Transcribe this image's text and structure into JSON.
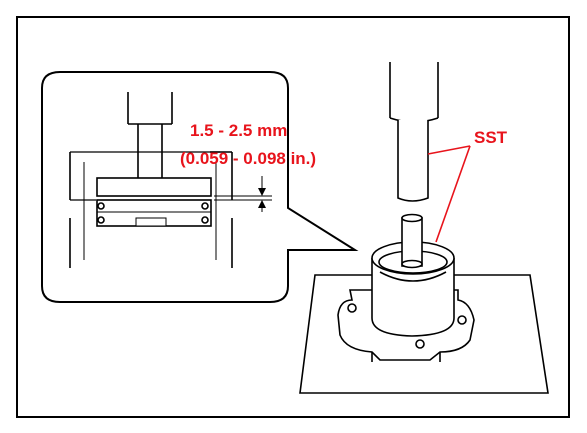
{
  "figure": {
    "dimension_mm": "1.5 - 2.5 mm",
    "dimension_in": "(0.059 - 0.098 in.)",
    "tool_label": "SST"
  },
  "colors": {
    "callout": "#e8141c",
    "line": "#000000",
    "background": "#ffffff"
  }
}
